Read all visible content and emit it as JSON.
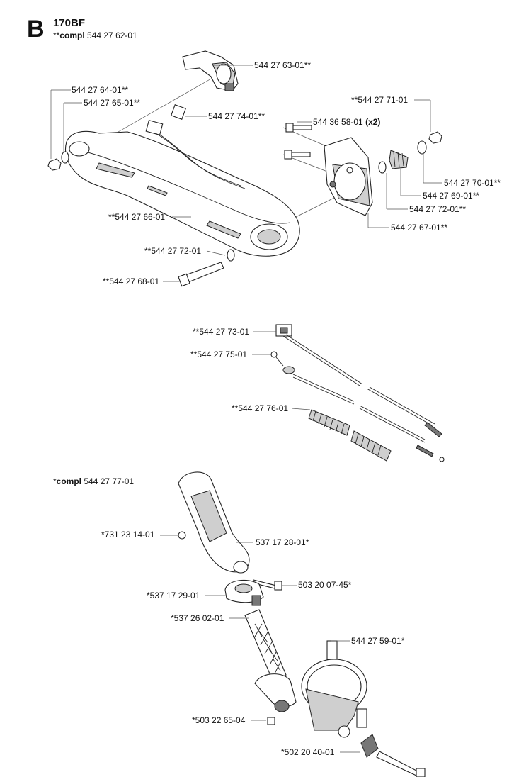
{
  "header": {
    "section": "B",
    "model": "170BF",
    "assembly_1": {
      "prefix": "**",
      "word": "compl",
      "number": "544 27 62-01"
    },
    "assembly_2": {
      "prefix": "*",
      "word": "compl",
      "number": "544 27 77-01"
    }
  },
  "parts": [
    {
      "id": "p1",
      "text": "544 27 63-01**"
    },
    {
      "id": "p2",
      "text": "544 27 64-01**"
    },
    {
      "id": "p3",
      "text": "544 27 65-01**"
    },
    {
      "id": "p4",
      "text": "544 27 74-01**"
    },
    {
      "id": "p5",
      "text": "544 36 58-01",
      "suffix": "(x2)"
    },
    {
      "id": "p6",
      "text": "**544 27 71-01"
    },
    {
      "id": "p7",
      "text": "544 27 70-01**"
    },
    {
      "id": "p8",
      "text": "544 27 69-01**"
    },
    {
      "id": "p9",
      "text": "544 27 72-01**"
    },
    {
      "id": "p10",
      "text": "544 27 67-01**"
    },
    {
      "id": "p11",
      "text": "**544 27 66-01"
    },
    {
      "id": "p12",
      "text": "**544 27 72-01"
    },
    {
      "id": "p13",
      "text": "**544 27 68-01"
    },
    {
      "id": "p14",
      "text": "**544 27 73-01"
    },
    {
      "id": "p15",
      "text": "**544 27 75-01"
    },
    {
      "id": "p16",
      "text": "**544 27 76-01"
    },
    {
      "id": "p17",
      "text": "*731 23 14-01"
    },
    {
      "id": "p18",
      "text": "537 17 28-01*"
    },
    {
      "id": "p19",
      "text": "503 20 07-45*"
    },
    {
      "id": "p20",
      "text": "*537 17 29-01"
    },
    {
      "id": "p21",
      "text": "*537 26 02-01"
    },
    {
      "id": "p22",
      "text": "544 27 59-01*"
    },
    {
      "id": "p23",
      "text": "*503 22 65-04"
    },
    {
      "id": "p24",
      "text": "*502 20 40-01"
    }
  ]
}
